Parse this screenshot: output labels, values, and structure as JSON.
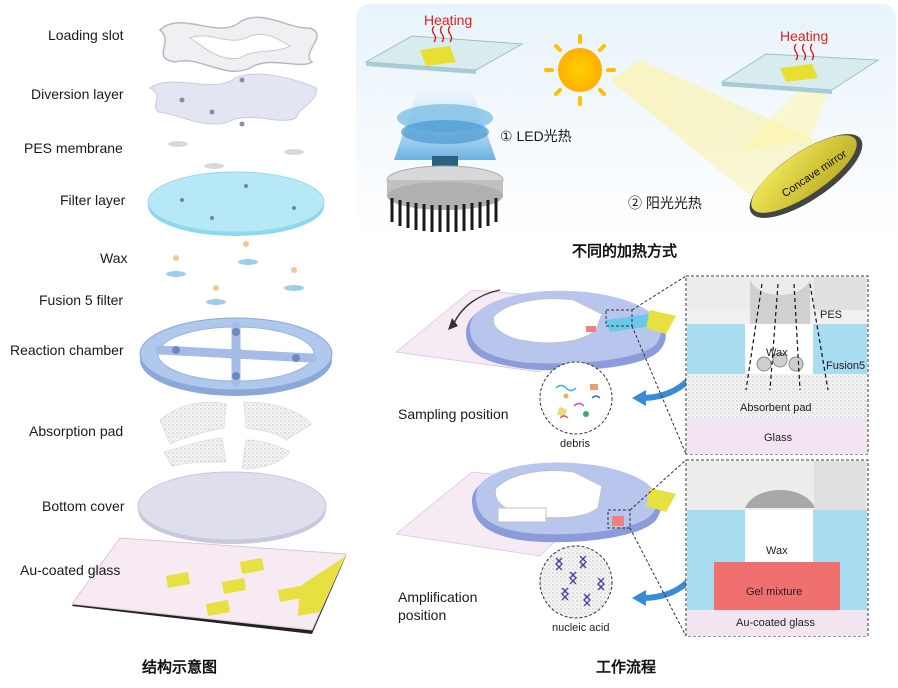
{
  "left_panel": {
    "labels": [
      "Loading slot",
      "Diversion layer",
      "PES membrane",
      "Filter layer",
      "Wax",
      "Fusion 5 filter",
      "Reaction chamber",
      "Absorption pad",
      "Bottom cover",
      "Au-coated glass"
    ],
    "caption": "结构示意图"
  },
  "heating_panel": {
    "heating_left": "Heating",
    "heating_right": "Heating",
    "led_label": "① LED光热",
    "sun_label": "② 阳光光热",
    "mirror_label": "Concave mirror",
    "caption": "不同的加热方式"
  },
  "workflow_panel": {
    "sampling_label": "Sampling position",
    "amplification_label": "Amplification position",
    "debris_label": "debris",
    "nucleic_label": "nucleic acid",
    "zoom_top": {
      "pes": "PES",
      "wax": "Wax",
      "fusion": "Fusion5",
      "absorbent": "Absorbent pad",
      "glass": "Glass"
    },
    "zoom_bottom": {
      "wax": "Wax",
      "gel": "Gel mixture",
      "au_glass": "Au-coated glass"
    },
    "caption": "工作流程"
  },
  "colors": {
    "blue_layer": "#a8dcf0",
    "purple_layer": "#b8b8e0",
    "gel_red": "#f07070",
    "gold": "#e8e030",
    "heating_red": "#e02020"
  }
}
